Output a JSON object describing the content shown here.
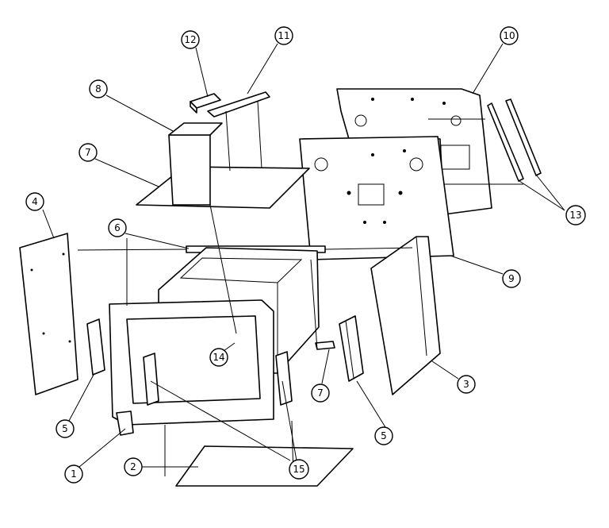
{
  "diagram": {
    "callouts": [
      {
        "id": "c12",
        "label": "12"
      },
      {
        "id": "c11",
        "label": "11"
      },
      {
        "id": "c10",
        "label": "10"
      },
      {
        "id": "c8",
        "label": "8"
      },
      {
        "id": "c7a",
        "label": "7"
      },
      {
        "id": "c4",
        "label": "4"
      },
      {
        "id": "c6",
        "label": "6"
      },
      {
        "id": "c13",
        "label": "13"
      },
      {
        "id": "c9",
        "label": "9"
      },
      {
        "id": "c14",
        "label": "14"
      },
      {
        "id": "c7b",
        "label": "7"
      },
      {
        "id": "c3",
        "label": "3"
      },
      {
        "id": "c5a",
        "label": "5"
      },
      {
        "id": "c5b",
        "label": "5"
      },
      {
        "id": "c1",
        "label": "1"
      },
      {
        "id": "c2",
        "label": "2"
      },
      {
        "id": "c15",
        "label": "15"
      }
    ]
  }
}
